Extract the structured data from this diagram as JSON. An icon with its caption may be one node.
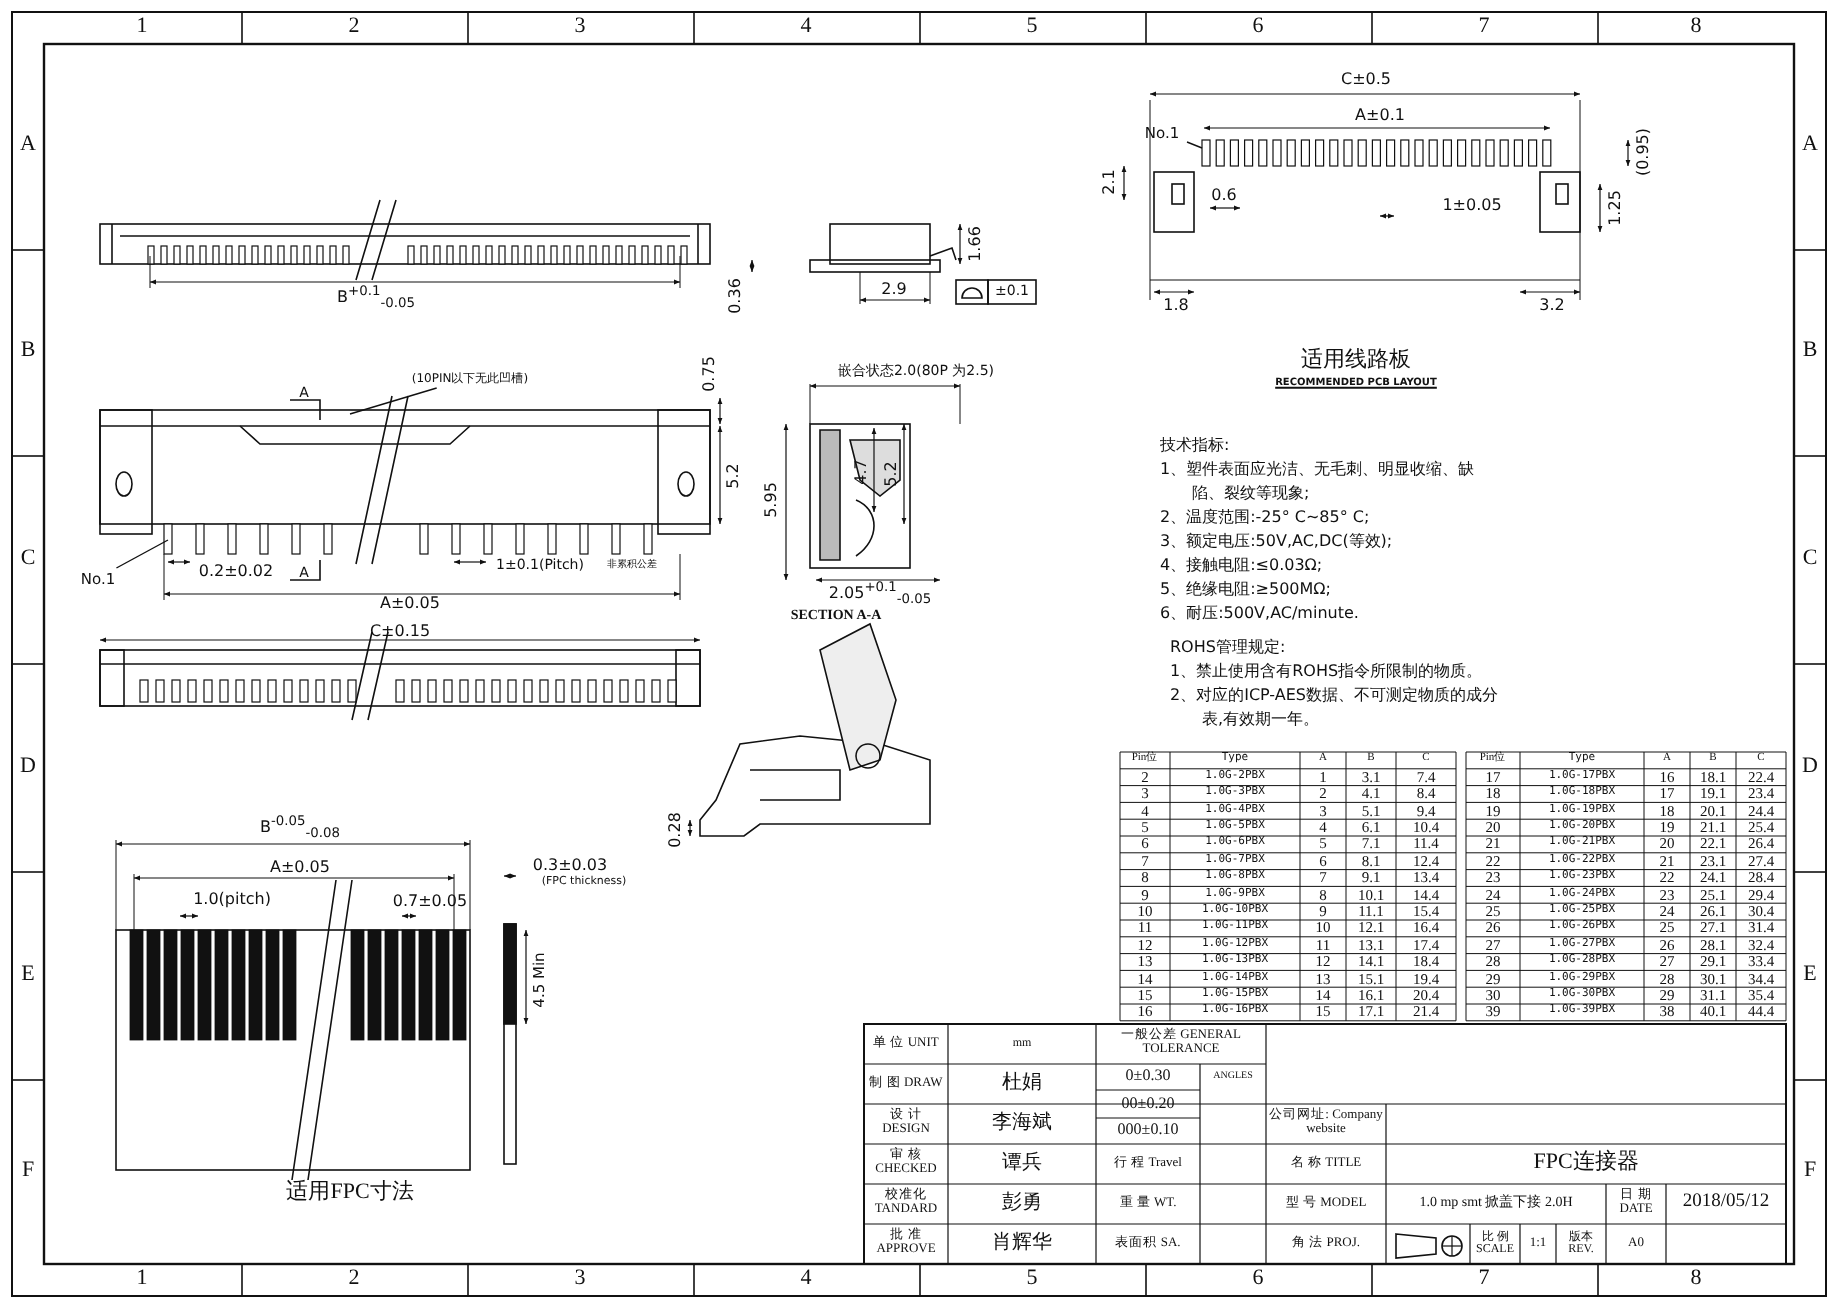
{
  "diagram": {
    "nodes": [
      {
        "text": [
          "No.1"
        ]
      },
      {
        "text": [
          "No.1"
        ]
      },
      {
        "text": [
          "(10PIN以下无此凹槽)"
        ]
      }
    ],
    "edges": [
      {
        "from": 0,
        "to": null,
        "arrow": "none"
      },
      {
        "from": 1,
        "to": null,
        "arrow": "none"
      },
      {
        "from": 2,
        "to": null,
        "arrow": "none"
      }
    ],
    "labels": [
      "1",
      "2",
      "3",
      "4",
      "5",
      "6",
      "7",
      "8",
      "A",
      "B",
      "C",
      "D",
      "E",
      "F",
      "A",
      "B",
      "C",
      "D",
      "E",
      "F",
      "1",
      "2",
      "3",
      "4",
      "5",
      "6",
      "7",
      "8",
      "C±0.5",
      "A±0.1",
      "(0.95)",
      "2.1",
      "0.6",
      "1±0.05",
      "1.25",
      "1.8",
      "3.2",
      "适用线路板",
      "RECOMMENDED PCB LAYOUT",
      "B$^{+0.1}$$_{-0.05}$",
      "1.66",
      "0.36",
      "2.9",
      "±0.1",
      "0.75",
      "5.2",
      "A",
      "0.2±0.02",
      "A",
      "1±0.1(Pitch)",
      "非累积公差",
      "A±0.05",
      "嵌合状态2.0(80P 为2.5)",
      "5.95",
      "4.7",
      "5.2",
      "2.05$^{+0.1}$$_{-0.05}$",
      "SECTION A-A",
      "C±0.15",
      "0.28",
      "B$^{-0.05}$$_{-0.08}$",
      "A±0.05",
      "1.0(pitch)",
      "0.7±0.05",
      "0.3±0.03",
      "(FPC thickness)",
      "4.5 Min",
      "适用FPC寸法",
      "技术指标:",
      "1、塑件表面应光洁、无毛刺、明显收缩、缺陷、裂纹等现象;",
      "2、温度范围:-25° C~85° C;",
      "3、额定电压:50V,AC,DC(等效);",
      "4、接触电阻:≤0.03Ω;",
      "5、绝缘电阻:≥500MΩ;",
      "6、耐压:500V,AC/minute.",
      "ROHS管理规定:",
      "1、禁止使用含有ROHS指令所限制的物质。",
      "2、对应的ICP-AES数据、不可测定物质的成分表,有效期一年。",
      "Pin位",
      "Type",
      "A",
      "B",
      "C",
      "2",
      "1.0G-2PBX",
      "1",
      "3.1",
      "7.4",
      "3",
      "1.0G-3PBX",
      "2",
      "4.1",
      "8.4",
      "4",
      "1.0G-4PBX",
      "3",
      "5.1",
      "9.4",
      "5",
      "1.0G-5PBX",
      "4",
      "6.1",
      "10.4",
      "6",
      "1.0G-6PBX",
      "5",
      "7.1",
      "11.4",
      "7",
      "1.0G-7PBX",
      "6",
      "8.1",
      "12.4",
      "8",
      "1.0G-8PBX",
      "7",
      "9.1",
      "13.4",
      "9",
      "1.0G-9PBX",
      "8",
      "10.1",
      "14.4",
      "10",
      "1.0G-10PBX",
      "9",
      "11.1",
      "15.4",
      "11",
      "1.0G-11PBX",
      "10",
      "12.1",
      "16.4",
      "12",
      "1.0G-12PBX",
      "11",
      "13.1",
      "17.4",
      "13",
      "1.0G-13PBX",
      "12",
      "14.1",
      "18.4",
      "14",
      "1.0G-14PBX",
      "13",
      "15.1",
      "19.4",
      "15",
      "1.0G-15PBX",
      "14",
      "16.1",
      "20.4",
      "16",
      "1.0G-16PBX",
      "15",
      "17.1",
      "21.4",
      "Pin位",
      "Type",
      "A",
      "B",
      "C",
      "17",
      "1.0G-17PBX",
      "16",
      "18.1",
      "22.4",
      "18",
      "1.0G-18PBX",
      "17",
      "19.1",
      "23.4",
      "19",
      "1.0G-19PBX",
      "18",
      "20.1",
      "24.4",
      "20",
      "1.0G-20PBX",
      "19",
      "21.1",
      "25.4",
      "21",
      "1.0G-21PBX",
      "20",
      "22.1",
      "26.4",
      "22",
      "1.0G-22PBX",
      "21",
      "23.1",
      "27.4",
      "23",
      "1.0G-23PBX",
      "22",
      "24.1",
      "28.4",
      "24",
      "1.0G-24PBX",
      "23",
      "25.1",
      "29.4",
      "25",
      "1.0G-25PBX",
      "24",
      "26.1",
      "30.4",
      "26",
      "1.0G-26PBX",
      "25",
      "27.1",
      "31.4",
      "27",
      "1.0G-27PBX",
      "26",
      "28.1",
      "32.4",
      "28",
      "1.0G-28PBX",
      "27",
      "29.1",
      "33.4",
      "29",
      "1.0G-29PBX",
      "28",
      "30.1",
      "34.4",
      "30",
      "1.0G-30PBX",
      "29",
      "31.1",
      "35.4",
      "39",
      "1.0G-39PBX",
      "38",
      "40.1",
      "44.4",
      "单 位 UNIT",
      "mm",
      "一般公差 GENERAL TOLERANCE",
      "制 图 DRAW",
      "杜娟",
      "0±0.30",
      "ANGLES",
      "00±0.20",
      "设 计 DESIGN",
      "李海斌",
      "000±0.10",
      "公司网址: Company website",
      "审 核 CHECKED",
      "谭兵",
      "行 程 Travel",
      "名 称 TITLE",
      "FPC连接器",
      "校准化 TANDARD",
      "彭勇",
      "重 量 WT.",
      "型 号 MODEL",
      "1.0 mp smt 掀盖下接 2.0H",
      "日 期 DATE",
      "2018/05/12",
      "批 准 APPROVE",
      "肖辉华",
      "表面积 SA.",
      "角 法 PROJ.",
      "比 例 SCALE",
      "1:1",
      "版本 REV.",
      "A0"
    ]
  }
}
